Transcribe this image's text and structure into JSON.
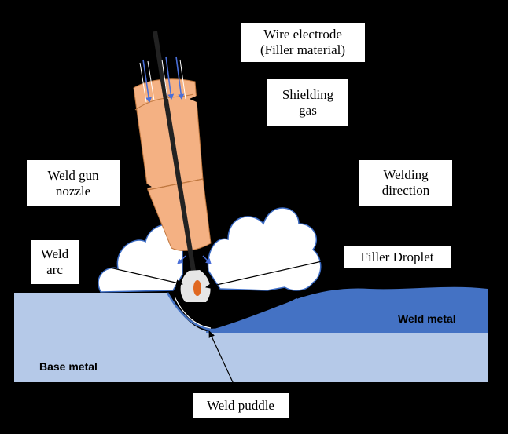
{
  "labels": {
    "wire_electrode": [
      "Wire electrode",
      "(Filler material)"
    ],
    "shielding_gas": [
      "Shielding",
      "gas"
    ],
    "weld_gun_nozzle": [
      "Weld gun",
      "nozzle"
    ],
    "welding_direction": [
      "Welding",
      "direction"
    ],
    "weld_arc": [
      "Weld",
      "arc"
    ],
    "filler_droplet": "Filler Droplet",
    "weld_puddle": "Weld puddle"
  },
  "regions": {
    "weld_metal": "Weld metal",
    "base_metal": "Base metal"
  },
  "colors": {
    "background": "#000000",
    "base_metal": "#b5c9e8",
    "weld_metal": "#4472c4",
    "nozzle": "#f4b183",
    "wire": "#222222",
    "gas_cloud": "#ffffff",
    "gas_arrow": "#4a6fd8",
    "droplet": "#e06820"
  }
}
